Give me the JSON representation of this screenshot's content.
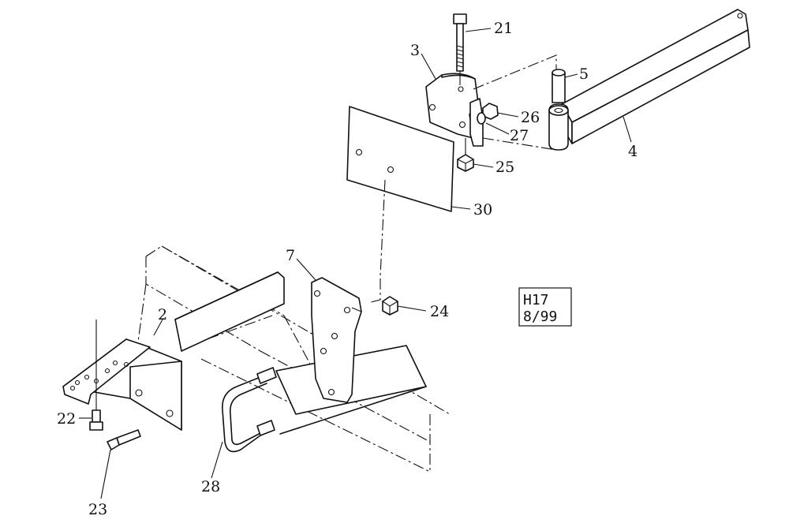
{
  "callouts": [
    "2",
    "3",
    "4",
    "5",
    "7",
    "21",
    "22",
    "23",
    "24",
    "25",
    "26",
    "27",
    "28",
    "30"
  ],
  "revision_box": {
    "line1": "H17",
    "line2": "8/99"
  }
}
